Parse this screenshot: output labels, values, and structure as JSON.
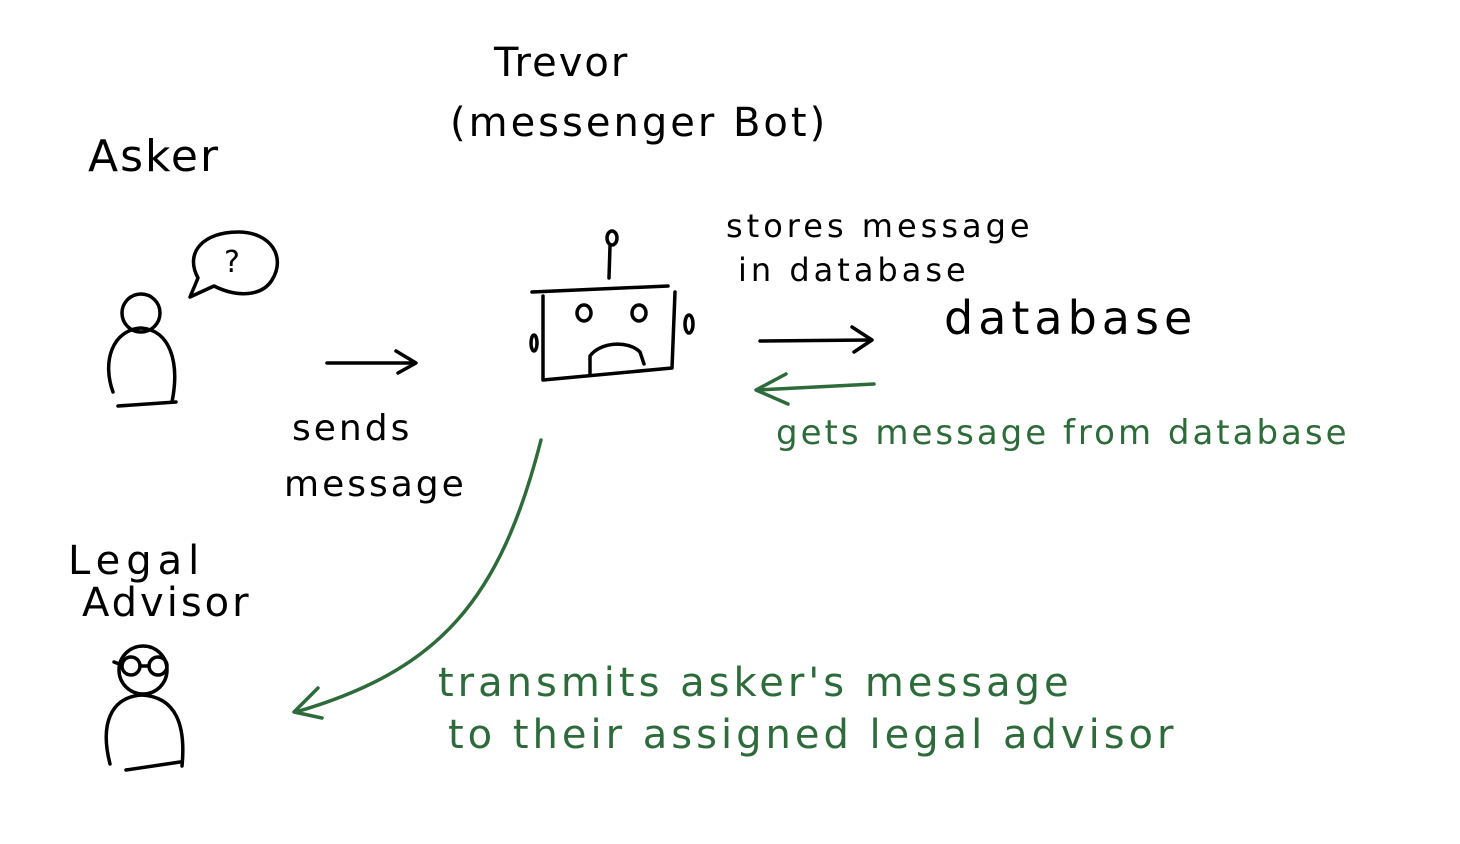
{
  "colors": {
    "ink": "#000000",
    "accent": "#2e6b3a",
    "background": "#ffffff"
  },
  "nodes": {
    "asker": {
      "label": "Asker",
      "speech_bubble": "?"
    },
    "bot": {
      "name": "Trevor",
      "role": "(messenger Bot)"
    },
    "database": {
      "label": "database"
    },
    "legal_advisor": {
      "line1": "Legal",
      "line2": "Advisor"
    }
  },
  "edges": {
    "sends": {
      "line1": "sends",
      "line2": "message"
    },
    "stores": {
      "line1": "stores message",
      "line2": "in database"
    },
    "gets": {
      "label": "gets message from database"
    },
    "transmits": {
      "line1": "transmits asker's message",
      "line2": "to their assigned legal advisor"
    }
  }
}
